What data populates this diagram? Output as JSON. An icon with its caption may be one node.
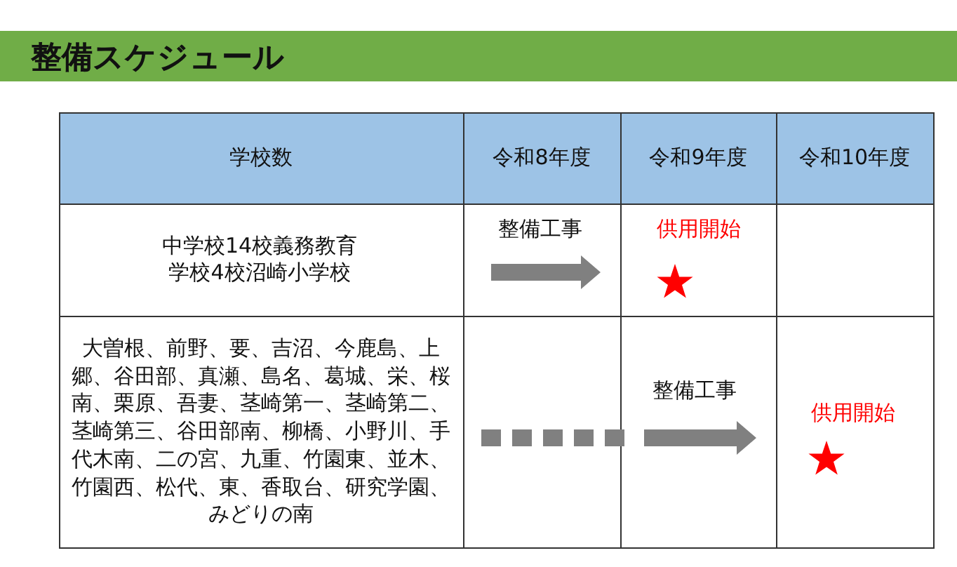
{
  "diagram": {
    "title": "整備スケジュール",
    "labels": [
      "学校数",
      "令和8年度",
      "令和9年度",
      "令和10年度",
      "中学校14校義務教育学校4校沼崎小学校",
      "整備工事",
      "供用開始",
      "大曽根、前野、要、吉沼、今鹿島、上郷、谷田部、真瀬、島名、葛城、栄、桜南、栗原、吾妻、茎崎第一、茎崎第二、茎崎第三、谷田部南、柳橋、小野川、手代木南、二の宮、九重、竹園東、並木、竹園西、松代、東、香取台、研究学園、みどりの南",
      "整備工事",
      "供用開始"
    ]
  }
}
